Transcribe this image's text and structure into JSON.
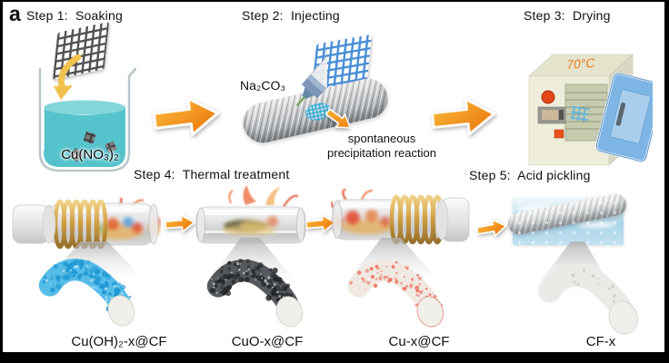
{
  "panel_label": "a",
  "steps": {
    "s1": "Step 1:  Soaking",
    "s2": "Step 2:  Injecting",
    "s3": "Step 3:  Drying",
    "s4": "Step 4:  Thermal treatment",
    "s5": "Step 5:  Acid pickling"
  },
  "labels": {
    "beaker_solution": "Cu(NO₃)₂",
    "syringe_solution": "Na₂CO₃",
    "reaction_line1": "spontaneous",
    "reaction_line2": "precipitation reaction",
    "oven_temperature": "70°C",
    "product1": "Cu(OH)₂-x@CF",
    "product2": "CuO-x@CF",
    "product3": "Cu-x@CF",
    "product4": "CF-x"
  },
  "colors": {
    "arrow-light": "#f9bc3e",
    "arrow-dark": "#ec7105",
    "solution": "#55c3cc",
    "solution-surface": "#83d6da",
    "mesh-dark": "#525252",
    "mesh-blue": "#4a8fd6",
    "coil-gold": "#d2a044",
    "door-blue": "#7db5e5",
    "temp-orange": "#e87d1e",
    "oven-body": "#eeedda",
    "curved-arrow-yellow": "#f2c24e",
    "f1-base": "#56bde9",
    "f1-dot": "#1f97d4",
    "f2-base": "#55595d",
    "f2-dot": "#26292c",
    "f3-base": "#efe9e2",
    "f3-dot": "#ef7260",
    "f4-base": "#eceae7",
    "f4-dot": "#c9c8c4"
  }
}
